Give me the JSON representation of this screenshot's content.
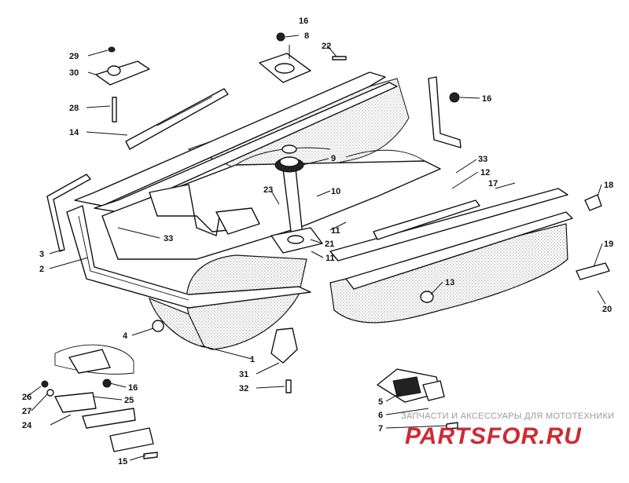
{
  "callouts": [
    "1",
    "2",
    "3",
    "4",
    "5",
    "6",
    "7",
    "8",
    "9",
    "10",
    "11",
    "11",
    "12",
    "13",
    "14",
    "15",
    "16",
    "16",
    "16",
    "17",
    "18",
    "19",
    "20",
    "21",
    "22",
    "23",
    "24",
    "25",
    "26",
    "27",
    "28",
    "29",
    "30",
    "31",
    "32",
    "33",
    "33"
  ],
  "watermark": {
    "tagline": "ЗАПЧАСТИ И АКСЕССУАРЫ ДЛЯ МОТОТЕХНИКИ",
    "brand": "PARTSFOR.RU"
  },
  "colors": {
    "ink": "#111111",
    "watermark_red": "#c8141e",
    "watermark_gray": "#9a9a9a"
  }
}
